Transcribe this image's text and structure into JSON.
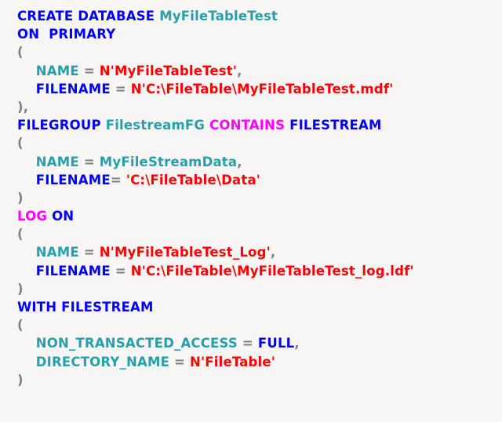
{
  "colors": {
    "background": "#f7f6f5",
    "keyword": "#0000ff",
    "ident": "#26a0aa",
    "sys": "#ff00ff",
    "str": "#ff0000",
    "op": "#808080",
    "ws": "#000000"
  },
  "code": {
    "language": "sql",
    "lines": [
      {
        "tokens": [
          {
            "text": "CREATE DATABASE",
            "type": "keyword"
          },
          {
            "text": " ",
            "type": "ws"
          },
          {
            "text": "MyFileTableTest",
            "type": "ident"
          }
        ]
      },
      {
        "tokens": [
          {
            "text": "ON",
            "type": "keyword"
          },
          {
            "text": "  ",
            "type": "ws"
          },
          {
            "text": "PRIMARY",
            "type": "keyword"
          }
        ]
      },
      {
        "tokens": [
          {
            "text": "(",
            "type": "op"
          }
        ]
      },
      {
        "tokens": [
          {
            "text": "    ",
            "type": "ws"
          },
          {
            "text": "NAME",
            "type": "ident"
          },
          {
            "text": " ",
            "type": "ws"
          },
          {
            "text": "=",
            "type": "op"
          },
          {
            "text": " ",
            "type": "ws"
          },
          {
            "text": "N'MyFileTableTest'",
            "type": "str"
          },
          {
            "text": ",",
            "type": "op"
          }
        ]
      },
      {
        "tokens": [
          {
            "text": "    ",
            "type": "ws"
          },
          {
            "text": "FILENAME",
            "type": "keyword"
          },
          {
            "text": " ",
            "type": "ws"
          },
          {
            "text": "=",
            "type": "op"
          },
          {
            "text": " ",
            "type": "ws"
          },
          {
            "text": "N'C:\\FileTable\\MyFileTableTest.mdf'",
            "type": "str"
          }
        ]
      },
      {
        "tokens": [
          {
            "text": "),",
            "type": "op"
          }
        ]
      },
      {
        "tokens": [
          {
            "text": "FILEGROUP",
            "type": "keyword"
          },
          {
            "text": " ",
            "type": "ws"
          },
          {
            "text": "FilestreamFG",
            "type": "ident"
          },
          {
            "text": " ",
            "type": "ws"
          },
          {
            "text": "CONTAINS",
            "type": "sys"
          },
          {
            "text": " ",
            "type": "ws"
          },
          {
            "text": "FILESTREAM",
            "type": "keyword"
          }
        ]
      },
      {
        "tokens": [
          {
            "text": "(",
            "type": "op"
          }
        ]
      },
      {
        "tokens": [
          {
            "text": "    ",
            "type": "ws"
          },
          {
            "text": "NAME",
            "type": "ident"
          },
          {
            "text": " ",
            "type": "ws"
          },
          {
            "text": "=",
            "type": "op"
          },
          {
            "text": " ",
            "type": "ws"
          },
          {
            "text": "MyFileStreamData",
            "type": "ident"
          },
          {
            "text": ",",
            "type": "op"
          }
        ]
      },
      {
        "tokens": [
          {
            "text": "    ",
            "type": "ws"
          },
          {
            "text": "FILENAME",
            "type": "keyword"
          },
          {
            "text": "=",
            "type": "op"
          },
          {
            "text": " ",
            "type": "ws"
          },
          {
            "text": "'C:\\FileTable\\Data'",
            "type": "str"
          }
        ]
      },
      {
        "tokens": [
          {
            "text": ")",
            "type": "op"
          }
        ]
      },
      {
        "tokens": [
          {
            "text": "LOG",
            "type": "sys"
          },
          {
            "text": " ",
            "type": "ws"
          },
          {
            "text": "ON",
            "type": "keyword"
          }
        ]
      },
      {
        "tokens": [
          {
            "text": "(",
            "type": "op"
          }
        ]
      },
      {
        "tokens": [
          {
            "text": "    ",
            "type": "ws"
          },
          {
            "text": "NAME",
            "type": "ident"
          },
          {
            "text": " ",
            "type": "ws"
          },
          {
            "text": "=",
            "type": "op"
          },
          {
            "text": " ",
            "type": "ws"
          },
          {
            "text": "N'MyFileTableTest_Log'",
            "type": "str"
          },
          {
            "text": ",",
            "type": "op"
          }
        ]
      },
      {
        "tokens": [
          {
            "text": "    ",
            "type": "ws"
          },
          {
            "text": "FILENAME",
            "type": "keyword"
          },
          {
            "text": " ",
            "type": "ws"
          },
          {
            "text": "=",
            "type": "op"
          },
          {
            "text": " ",
            "type": "ws"
          },
          {
            "text": "N'C:\\FileTable\\MyFileTableTest_log.ldf'",
            "type": "str"
          }
        ]
      },
      {
        "tokens": [
          {
            "text": ")",
            "type": "op"
          }
        ]
      },
      {
        "tokens": [
          {
            "text": "WITH FILESTREAM",
            "type": "keyword"
          }
        ]
      },
      {
        "tokens": [
          {
            "text": "(",
            "type": "op"
          }
        ]
      },
      {
        "tokens": [
          {
            "text": "    ",
            "type": "ws"
          },
          {
            "text": "NON_TRANSACTED_ACCESS",
            "type": "ident"
          },
          {
            "text": " ",
            "type": "ws"
          },
          {
            "text": "=",
            "type": "op"
          },
          {
            "text": " ",
            "type": "ws"
          },
          {
            "text": "FULL",
            "type": "keyword"
          },
          {
            "text": ",",
            "type": "op"
          }
        ]
      },
      {
        "tokens": [
          {
            "text": "    ",
            "type": "ws"
          },
          {
            "text": "DIRECTORY_NAME",
            "type": "ident"
          },
          {
            "text": " ",
            "type": "ws"
          },
          {
            "text": "=",
            "type": "op"
          },
          {
            "text": " ",
            "type": "ws"
          },
          {
            "text": "N'FileTable'",
            "type": "str"
          }
        ]
      },
      {
        "tokens": [
          {
            "text": ")",
            "type": "op"
          }
        ]
      }
    ]
  }
}
